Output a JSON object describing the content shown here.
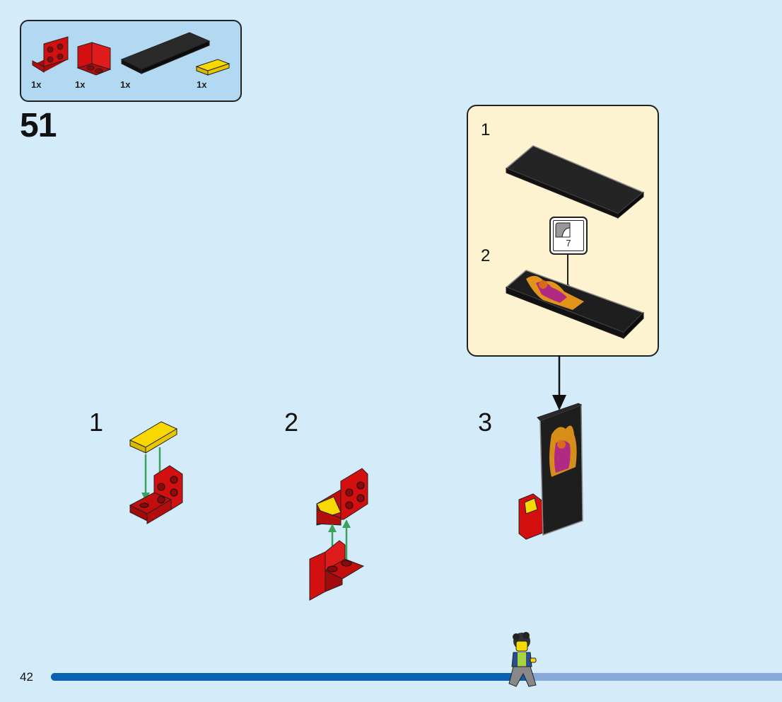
{
  "parts_list": [
    {
      "name": "red bracket 2x2 with 4 studs",
      "quantity": "1x"
    },
    {
      "name": "red bracket 1x2",
      "quantity": "1x"
    },
    {
      "name": "black tile 2x6",
      "quantity": "1x"
    },
    {
      "name": "yellow tile 1x2",
      "quantity": "1x"
    }
  ],
  "step": {
    "number": "51"
  },
  "callout": {
    "sub_steps": [
      "1",
      "2"
    ],
    "sticker_number": "7"
  },
  "main_sub_steps": [
    "1",
    "2",
    "3"
  ],
  "footer": {
    "page_number": "42",
    "progress_fraction": 0.66
  },
  "colors": {
    "page_background": "#d4ebf9",
    "parts_box": "#b3d8f2",
    "callout_box": "#fdf3d0",
    "brick_red": "#d40f0f",
    "tile_black": "#1c1c1c",
    "tile_yellow": "#f9d800",
    "arrow_green": "#3aa25c",
    "progress_fill": "#0a61b3",
    "progress_track": "#86a9da"
  }
}
